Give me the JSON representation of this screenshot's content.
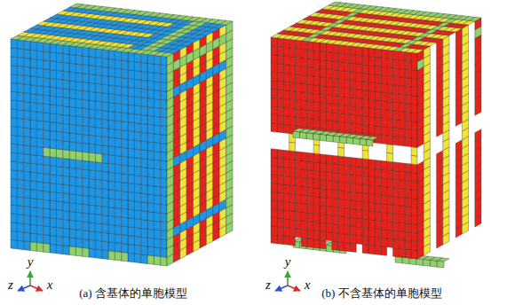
{
  "diagram": {
    "labels": [
      "y",
      "z",
      "x",
      "(a) 含基体的单胞模型",
      "y",
      "z",
      "x",
      "(b) 不含基体的单胞模型"
    ]
  }
}
